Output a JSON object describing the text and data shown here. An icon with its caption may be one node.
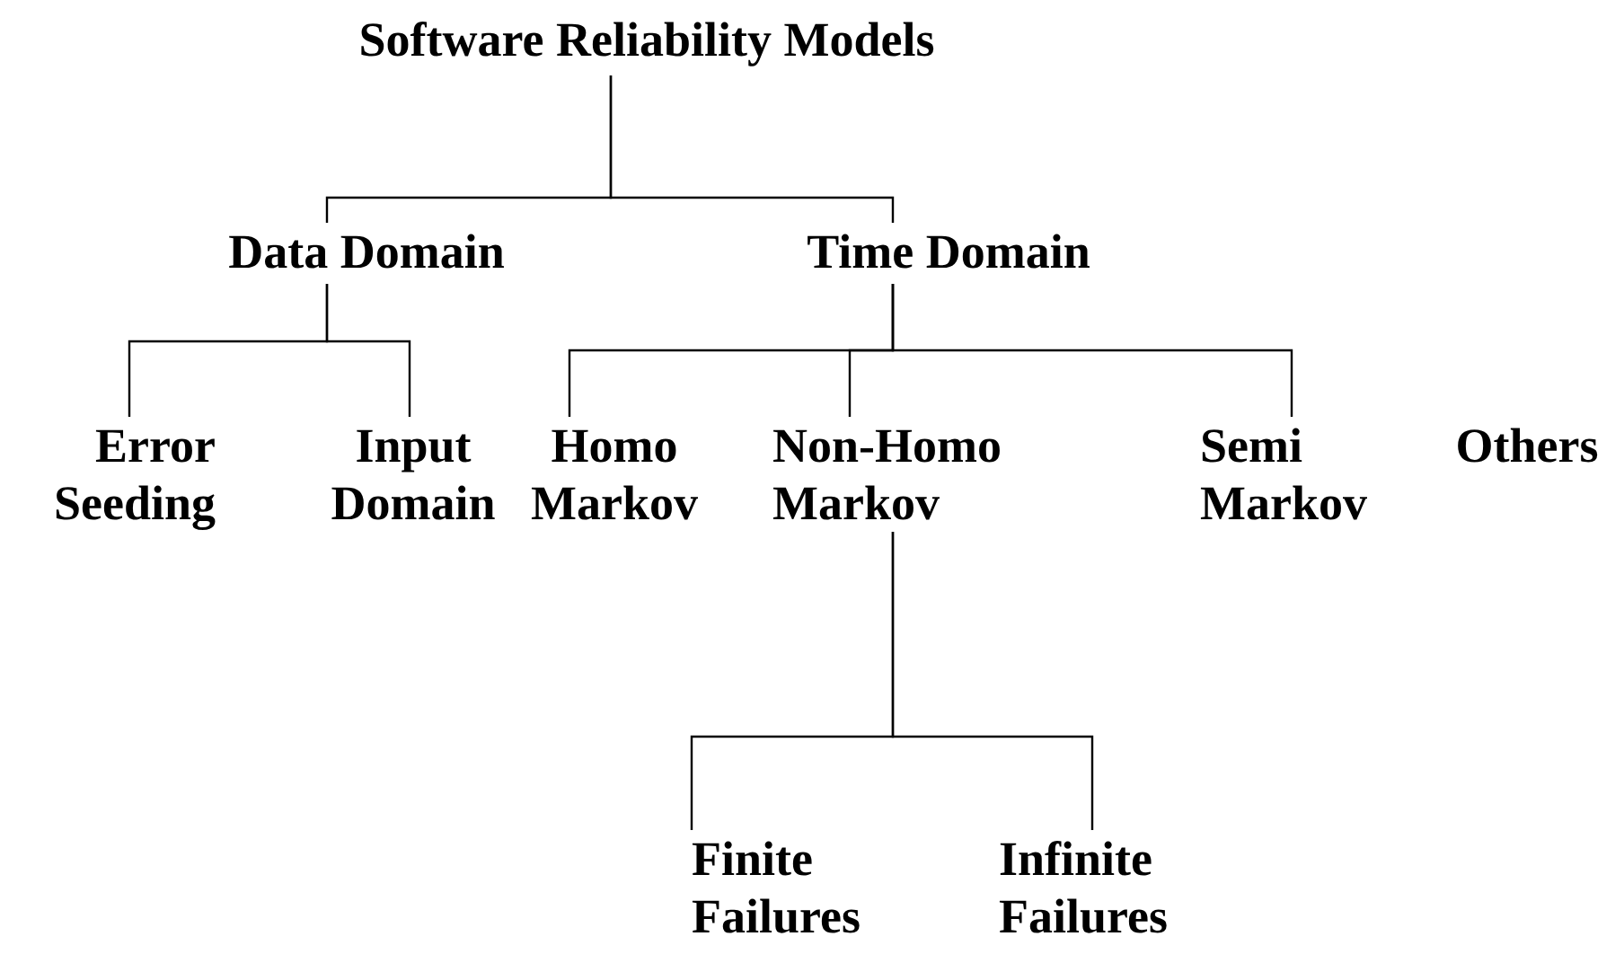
{
  "diagram": {
    "nodes": [
      {
        "text": [
          "Software Reliability Models"
        ]
      },
      {
        "text": [
          "Data Domain"
        ]
      },
      {
        "text": [
          "Time Domain"
        ]
      },
      {
        "text": [
          "Error Seeding"
        ]
      },
      {
        "text": [
          "Input Domain"
        ]
      },
      {
        "text": [
          "Homo Markov"
        ]
      },
      {
        "text": [
          "Non-Homo Markov"
        ]
      },
      {
        "text": [
          "Semi Markov"
        ]
      },
      {
        "text": [
          "Others"
        ]
      },
      {
        "text": [
          "Finite Failures"
        ]
      },
      {
        "text": [
          "Infinite Failures"
        ]
      }
    ],
    "edges": [
      {
        "from": 0,
        "to": 1,
        "arrow": "none"
      },
      {
        "from": 0,
        "to": 2,
        "arrow": "none"
      },
      {
        "from": 1,
        "to": 3,
        "arrow": "none"
      },
      {
        "from": 1,
        "to": 4,
        "arrow": "none"
      },
      {
        "from": 2,
        "to": 5,
        "arrow": "none"
      },
      {
        "from": 2,
        "to": 6,
        "arrow": "none"
      },
      {
        "from": 2,
        "to": 7,
        "arrow": "none"
      },
      {
        "from": 6,
        "to": 9,
        "arrow": "none"
      },
      {
        "from": 6,
        "to": 10,
        "arrow": "none"
      }
    ]
  }
}
